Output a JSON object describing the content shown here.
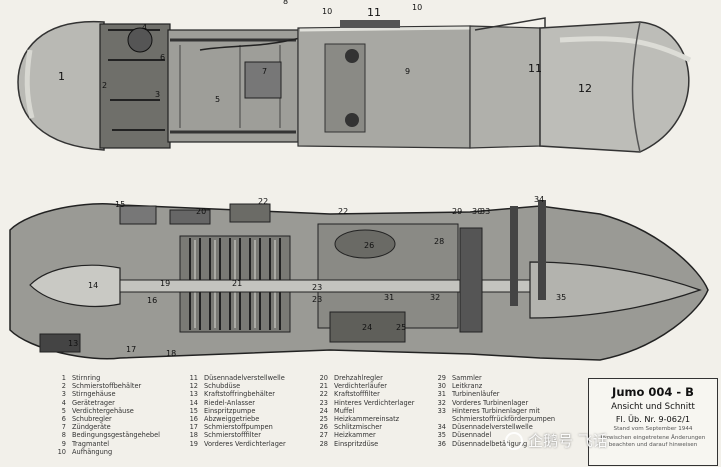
{
  "top_callouts": [
    "1",
    "2",
    "3",
    "4",
    "5",
    "6",
    "7",
    "8",
    "9",
    "10",
    "10",
    "11",
    "11",
    "12"
  ],
  "bottom_callouts": [
    "13",
    "14",
    "15",
    "16",
    "17",
    "18",
    "19",
    "20",
    "21",
    "22",
    "22",
    "23",
    "23",
    "24",
    "25",
    "26",
    "28",
    "29",
    "30",
    "31",
    "32",
    "33",
    "34",
    "35"
  ],
  "legend": {
    "col1": [
      {
        "n": "1",
        "t": "Stirnring"
      },
      {
        "n": "2",
        "t": "Schmierstoffbehälter"
      },
      {
        "n": "3",
        "t": "Stirngehäuse"
      },
      {
        "n": "4",
        "t": "Gerätetrager"
      },
      {
        "n": "5",
        "t": "Verdichtergehäuse"
      },
      {
        "n": "6",
        "t": "Schubregler"
      },
      {
        "n": "7",
        "t": "Zündgeräte"
      },
      {
        "n": "8",
        "t": "Bedingungsgestängehebel"
      },
      {
        "n": "9",
        "t": "Tragmantel"
      },
      {
        "n": "10",
        "t": "Aufhängung"
      }
    ],
    "col2": [
      {
        "n": "11",
        "t": "Düsennadelverstellwelle"
      },
      {
        "n": "12",
        "t": "Schubdüse"
      },
      {
        "n": "13",
        "t": "Kraftstoffringbehälter"
      },
      {
        "n": "14",
        "t": "Riedel-Anlasser"
      },
      {
        "n": "15",
        "t": "Einspritzpumpe"
      },
      {
        "n": "16",
        "t": "Abzweiggetriebe"
      },
      {
        "n": "17",
        "t": "Schmierstoffpumpen"
      },
      {
        "n": "18",
        "t": "Schmierstofffilter"
      },
      {
        "n": "19",
        "t": "Vorderes Verdichterlager"
      }
    ],
    "col3": [
      {
        "n": "20",
        "t": "Drehzahlregler"
      },
      {
        "n": "21",
        "t": "Verdichterläufer"
      },
      {
        "n": "22",
        "t": "Kraftstofffilter"
      },
      {
        "n": "23",
        "t": "Hinteres Verdichterlager"
      },
      {
        "n": "24",
        "t": "Muffel"
      },
      {
        "n": "25",
        "t": "Heizkammereinsatz"
      },
      {
        "n": "26",
        "t": "Schlitzmischer"
      },
      {
        "n": "27",
        "t": "Heizkammer"
      },
      {
        "n": "28",
        "t": "Einspritzdüse"
      }
    ],
    "col4": [
      {
        "n": "29",
        "t": "Sammler"
      },
      {
        "n": "30",
        "t": "Leitkranz"
      },
      {
        "n": "31",
        "t": "Turbinenläufer"
      },
      {
        "n": "32",
        "t": "Vorderes Turbinenlager"
      },
      {
        "n": "33",
        "t": "Hinteres Turbinenlager mit"
      },
      {
        "n": "",
        "t": "Schmierstoffrückförderpumpen"
      },
      {
        "n": "34",
        "t": "Düsennadelverstellwelle"
      },
      {
        "n": "35",
        "t": "Düsennadel"
      },
      {
        "n": "36",
        "t": "Düsennadelbetätigung"
      }
    ]
  },
  "title_box": {
    "title": "Jumo 004 - B",
    "subtitle": "Ansicht und Schnitt",
    "doc_no": "Fl. Üb. Nr. 9-062/1",
    "date": "Stand vom September 1944",
    "note": "Inzwischen eingetretene Änderungen beachten und darauf hinweisen"
  },
  "watermark": {
    "text": "企鹅号 飞话"
  },
  "colors": {
    "paper": "#f2f0ea",
    "shell": "#b5b5b0",
    "dark": "#2a2a2a",
    "section": "#8d8d88"
  }
}
